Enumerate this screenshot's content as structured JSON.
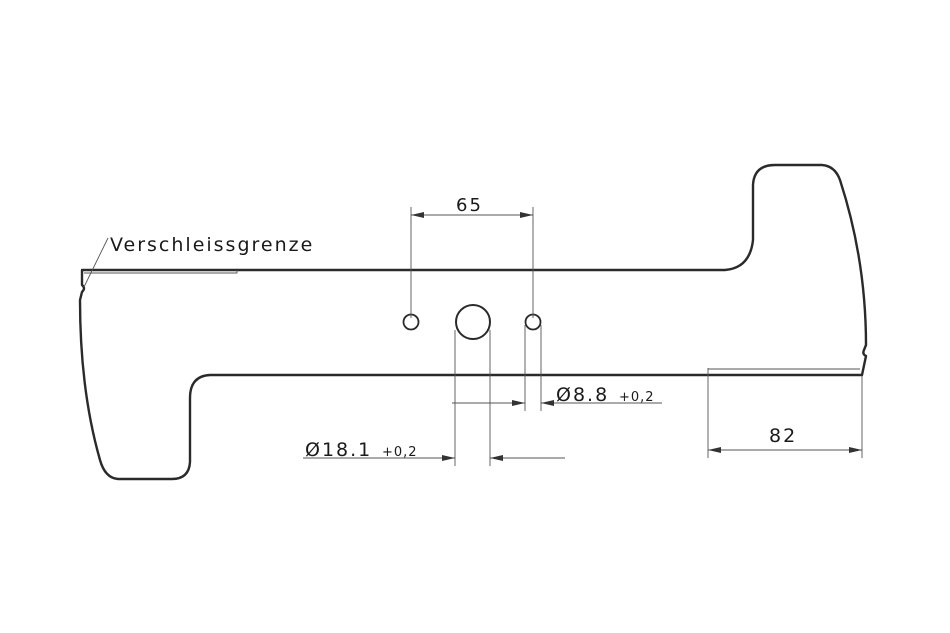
{
  "drawing": {
    "label_wear_limit": "Verschleissgrenze",
    "dim_hole_spacing": "65",
    "dim_small_hole": "Ø8.8",
    "dim_small_hole_tol": "+0,2",
    "dim_center_hole": "Ø18.1",
    "dim_center_hole_tol": "+0,2",
    "dim_wing_length": "82"
  }
}
